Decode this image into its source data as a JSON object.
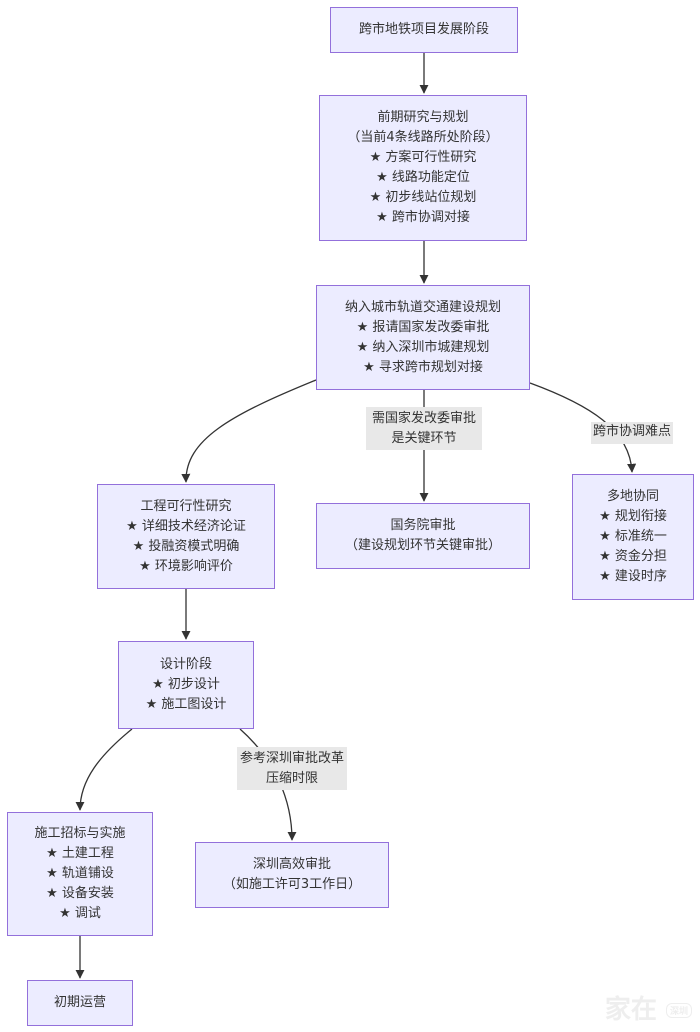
{
  "diagram": {
    "type": "flowchart",
    "nodes": {
      "root": {
        "lines": [
          "跨市地铁项目发展阶段"
        ]
      },
      "prelim": {
        "lines": [
          "前期研究与规划",
          "（当前4条线路所处阶段）",
          "★ 方案可行性研究",
          "★ 线路功能定位",
          "★ 初步线站位规划",
          "★ 跨市协调对接"
        ]
      },
      "include": {
        "lines": [
          "纳入城市轨道交通建设规划",
          "★ 报请国家发改委审批",
          "★ 纳入深圳市城建规划",
          "★ 寻求跨市规划对接"
        ]
      },
      "feasibility": {
        "lines": [
          "工程可行性研究",
          "★ 详细技术经济论证",
          "★ 投融资模式明确",
          "★ 环境影响评价"
        ]
      },
      "state_council": {
        "lines": [
          "国务院审批",
          "（建设规划环节关键审批）"
        ]
      },
      "multi_city": {
        "lines": [
          "多地协同",
          "★ 规划衔接",
          "★ 标准统一",
          "★ 资金分担",
          "★ 建设时序"
        ]
      },
      "design": {
        "lines": [
          "设计阶段",
          "★ 初步设计",
          "★ 施工图设计"
        ]
      },
      "construction": {
        "lines": [
          "施工招标与实施",
          "★ 土建工程",
          "★ 轨道铺设",
          "★ 设备安装",
          "★ 调试"
        ]
      },
      "sz_approval": {
        "lines": [
          "深圳高效审批",
          "（如施工许可3工作日）"
        ]
      },
      "operation": {
        "lines": [
          "初期运营"
        ]
      }
    },
    "edge_labels": {
      "ndrc": [
        "需国家发改委审批",
        "是关键环节"
      ],
      "cross_city": [
        "跨市协调难点"
      ],
      "sz_reform": [
        "参考深圳审批改革",
        "压缩时限"
      ]
    },
    "edges": [
      {
        "from": "root",
        "to": "prelim"
      },
      {
        "from": "prelim",
        "to": "include"
      },
      {
        "from": "include",
        "to": "feasibility"
      },
      {
        "from": "include",
        "to": "state_council",
        "label": "ndrc"
      },
      {
        "from": "include",
        "to": "multi_city",
        "label": "cross_city"
      },
      {
        "from": "feasibility",
        "to": "design"
      },
      {
        "from": "design",
        "to": "construction"
      },
      {
        "from": "design",
        "to": "sz_approval",
        "label": "sz_reform"
      },
      {
        "from": "construction",
        "to": "operation"
      }
    ],
    "colors": {
      "node_fill": "#ececff",
      "node_border": "#9370db",
      "edge": "#333333",
      "label_bg": "#e8e8e8"
    }
  },
  "watermark": {
    "main": "家在",
    "badge": "深圳"
  }
}
